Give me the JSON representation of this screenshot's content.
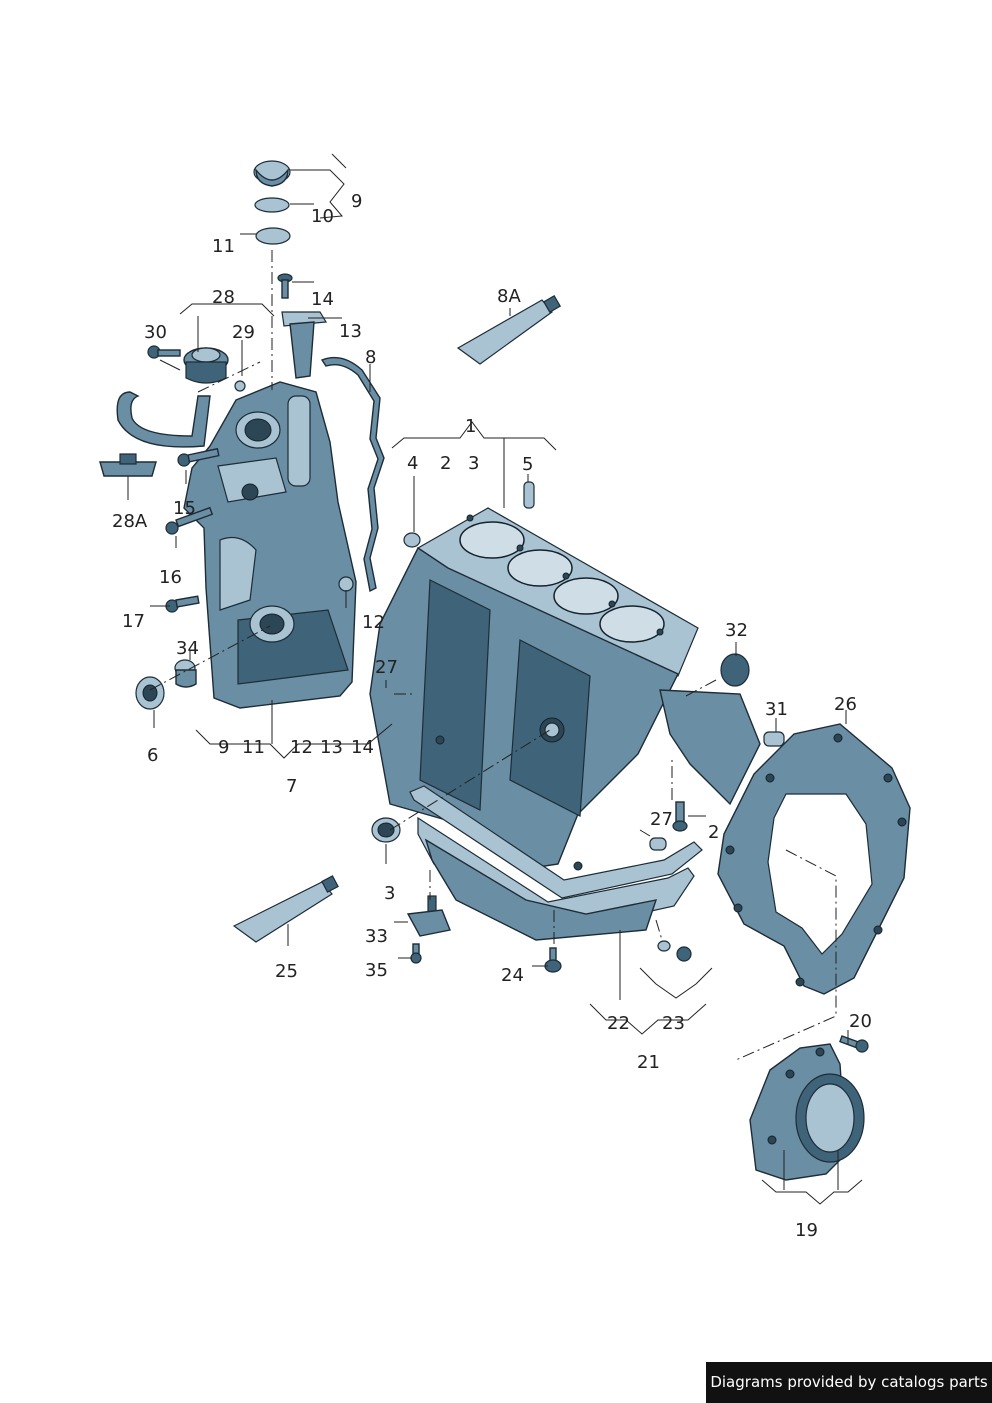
{
  "labels": {
    "l9": "9",
    "l10": "10",
    "l11": "11",
    "l14": "14",
    "l13": "13",
    "l8a": "8A",
    "l8": "8",
    "l28": "28",
    "l30": "30",
    "l29": "29",
    "l28a": "28A",
    "l15": "15",
    "l16": "16",
    "l17": "17",
    "l34": "34",
    "l6": "6",
    "l12": "12",
    "l27a": "27",
    "l1": "1",
    "l4": "4",
    "l2a": "2",
    "l3a": "3",
    "l5": "5",
    "l32": "32",
    "l31": "31",
    "l26": "26",
    "l27b": "27",
    "l2b": "2",
    "l3b": "3",
    "l33": "33",
    "l35": "35",
    "l25": "25",
    "l24": "24",
    "l22": "22",
    "l23": "23",
    "l21": "21",
    "l20": "20",
    "l19": "19",
    "l7": "7",
    "g9": "9",
    "g11": "11",
    "g12": "12",
    "g13": "13",
    "g14": "14"
  },
  "credit": "Diagrams provided by catalogs parts"
}
